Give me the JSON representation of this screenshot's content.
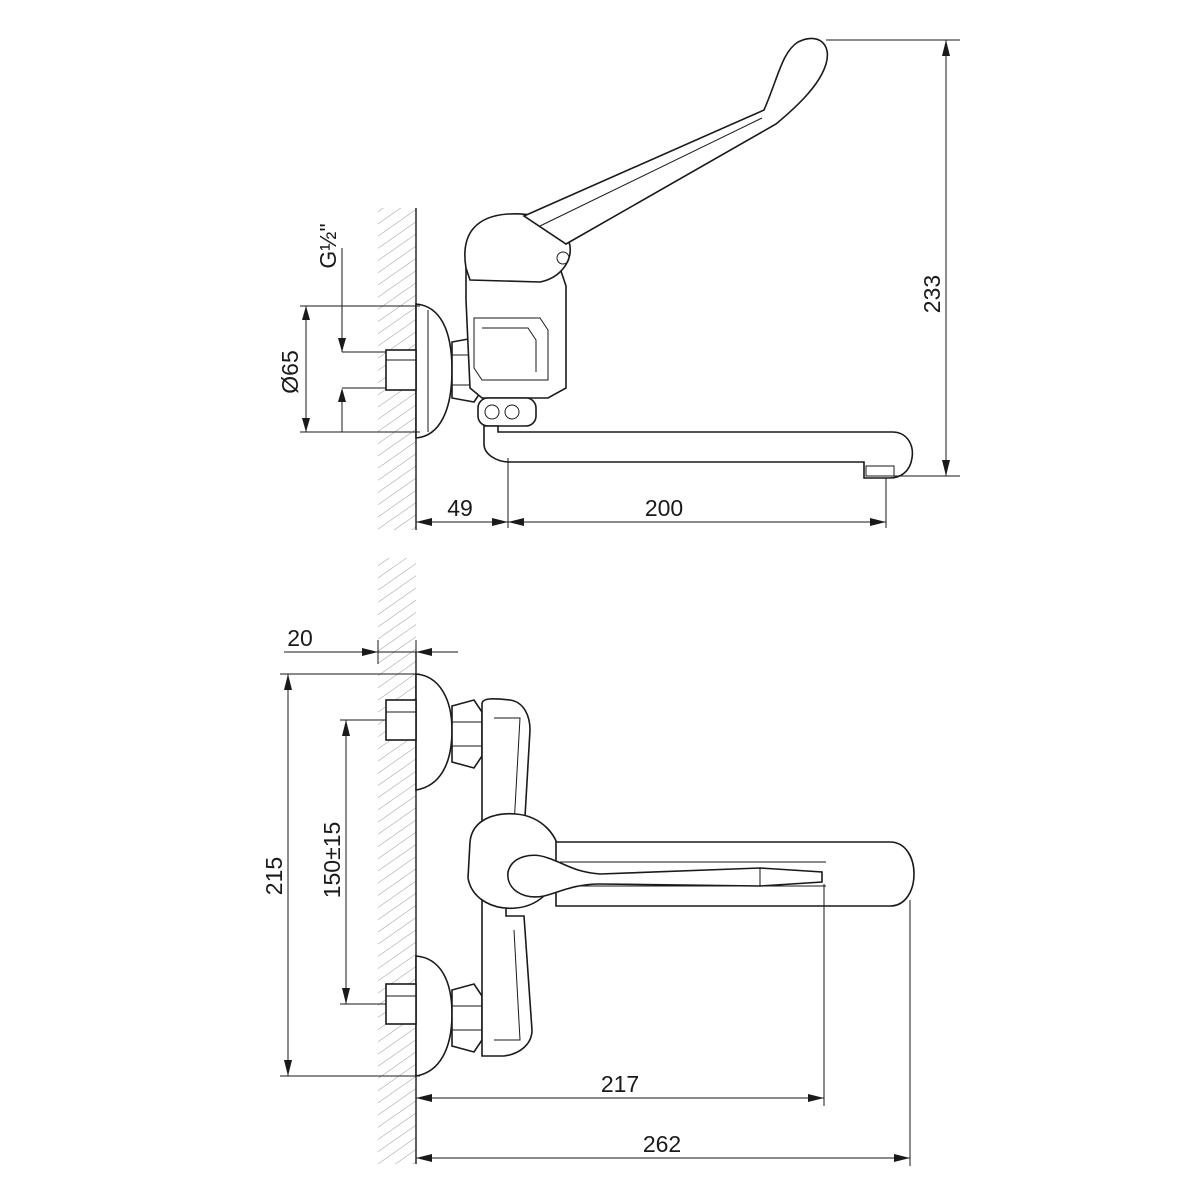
{
  "side_view": {
    "thread_label": "G½\"",
    "diameter_label": "Ø65",
    "height_label": "233",
    "wall_offset_label": "49",
    "spout_reach_label": "200"
  },
  "front_view": {
    "plate_depth_label": "20",
    "total_height_label": "215",
    "inlet_spacing_label": "150±15",
    "spout_length_label": "217",
    "total_length_label": "262"
  }
}
